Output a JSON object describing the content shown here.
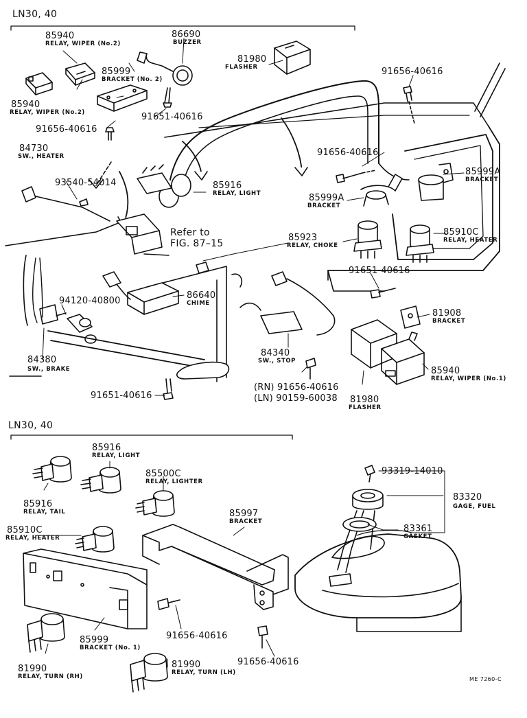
{
  "sections": {
    "top_header": "LN30, 40",
    "bottom_header": "LN30, 40"
  },
  "ref_note": {
    "line1": "Refer to",
    "line2": "FIG. 87–15"
  },
  "image_code": "ME 7260-C",
  "labels": {
    "p85940a": {
      "num": "85940",
      "name": "RELAY, WIPER (No.2)"
    },
    "p86690": {
      "num": "86690",
      "name": "BUZZER"
    },
    "p81980a": {
      "num": "81980",
      "name": "FLASHER"
    },
    "p85999a": {
      "num": "85999",
      "name": "BRACKET (No. 2)"
    },
    "p85940b": {
      "num": "85940",
      "name": "RELAY, WIPER (No.2)"
    },
    "p91656a": {
      "num": "91656-40616"
    },
    "p91651a": {
      "num": "91651-40616"
    },
    "p91656b": {
      "num": "91656-40616"
    },
    "p84730": {
      "num": "84730",
      "name": "SW., HEATER"
    },
    "p91656c": {
      "num": "91656-40616"
    },
    "p85999A1": {
      "num": "85999A",
      "name": "BRACKET"
    },
    "p93540": {
      "num": "93540-54014"
    },
    "p85916a": {
      "num": "85916",
      "name": "RELAY, LIGHT"
    },
    "p85999A2": {
      "num": "85999A",
      "name": "BRACKET"
    },
    "p85923": {
      "num": "85923",
      "name": "RELAY, CHOKE"
    },
    "p85910Ca": {
      "num": "85910C",
      "name": "RELAY, HEATER"
    },
    "p91651b": {
      "num": "91651-40616"
    },
    "p86640": {
      "num": "86640",
      "name": "CHIME"
    },
    "p94120": {
      "num": "94120-40800"
    },
    "p81908": {
      "num": "81908",
      "name": "BRACKET"
    },
    "p84380": {
      "num": "84380",
      "name": "SW., BRAKE"
    },
    "p84340": {
      "num": "84340",
      "name": "SW., STOP"
    },
    "p85940c": {
      "num": "85940",
      "name": "RELAY, WIPER (No.1)"
    },
    "p91651c": {
      "num": "91651-40616"
    },
    "p_rn": {
      "num": "(RN) 91656-40616"
    },
    "p_ln": {
      "num": "(LN) 90159-60038"
    },
    "p81980b": {
      "num": "81980",
      "name": "FLASHER"
    },
    "p85916b": {
      "num": "85916",
      "name": "RELAY, LIGHT"
    },
    "p85500C": {
      "num": "85500C",
      "name": "RELAY, LIGHTER"
    },
    "p85916c": {
      "num": "85916",
      "name": "RELAY, TAIL"
    },
    "p85910Cb": {
      "num": "85910C",
      "name": "RELAY, HEATER"
    },
    "p85997": {
      "num": "85997",
      "name": "BRACKET"
    },
    "p93319": {
      "num": "93319-14010"
    },
    "p83320": {
      "num": "83320",
      "name": "GAGE, FUEL"
    },
    "p83361": {
      "num": "83361",
      "name": "GASKET"
    },
    "p85999b": {
      "num": "85999",
      "name": "BRACKET (No. 1)"
    },
    "p91656d": {
      "num": "91656-40616"
    },
    "p91656e": {
      "num": "91656-40616"
    },
    "p81990a": {
      "num": "81990",
      "name": "RELAY, TURN (RH)"
    },
    "p81990b": {
      "num": "81990",
      "name": "RELAY, TURN (LH)"
    }
  }
}
